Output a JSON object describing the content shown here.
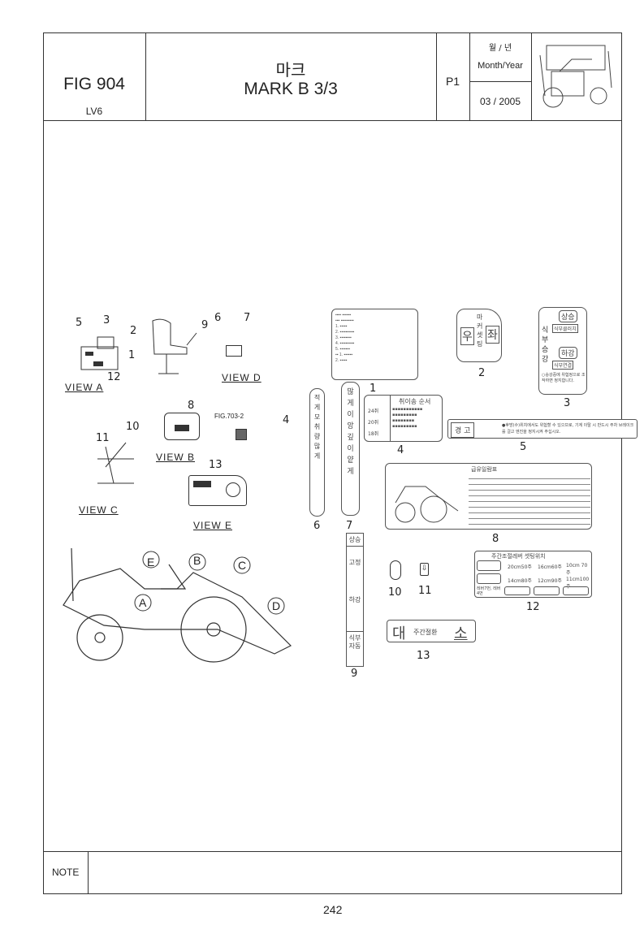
{
  "header": {
    "fig": "FIG 904",
    "model": "LV6",
    "title_ko": "마크",
    "title_en": "MARK B 3/3",
    "page_code": "P1",
    "date_label_ko": "월 / 년",
    "date_label_en": "Month/Year",
    "date": "03 / 2005"
  },
  "views": {
    "a": "VIEW A",
    "b": "VIEW B",
    "c": "VIEW C",
    "d": "VIEW D",
    "e": "VIEW E",
    "fig_ref": "FIG.703-2"
  },
  "callouts": [
    "1",
    "2",
    "3",
    "4",
    "5",
    "6",
    "7",
    "8",
    "9",
    "10",
    "11",
    "12",
    "13"
  ],
  "circle_labels": [
    "A",
    "B",
    "C",
    "D",
    "E"
  ],
  "decals": {
    "d2": {
      "left": "우",
      "right": "좌",
      "mid": "마커셋팅"
    },
    "d3": {
      "side": "식부승강",
      "top": "상승",
      "a": "식부클러치",
      "mid": "하강",
      "b": "식부연결",
      "note": "○승강중에 위험정으로 조작하면 정지합니다."
    },
    "d4": {
      "title": "취이송 순서",
      "rows": [
        "24쥐",
        "20쥐",
        "18쥐"
      ]
    },
    "d5": {
      "tag": "경 고",
      "text": "●후방(수)위치에서도 위험할 수 있으므로, 기계 이탈 시 반드시 주차 브레이크를 걸고 엔진을 정지시켜 주십시오."
    },
    "d6": "적게 모 취량 많게",
    "d7": "많게 이앙깊이 얕게",
    "d8": {
      "title": "급유일람표"
    },
    "d9": {
      "top": "상승",
      "a": "고정",
      "b": "하강",
      "bottom": "식부자동"
    },
    "d12": {
      "title": "주간조절레버 셋팅위치",
      "cells": [
        "20cm50주",
        "16cm60주",
        "10cm 70주",
        "14cm80주",
        "12cm90주",
        "11cm100주"
      ],
      "row_label": "레버7번, 레버4번"
    },
    "d13": {
      "big": "대",
      "mid": "주간절환",
      "small": "소"
    }
  },
  "note_label": "NOTE",
  "page_number": "242"
}
